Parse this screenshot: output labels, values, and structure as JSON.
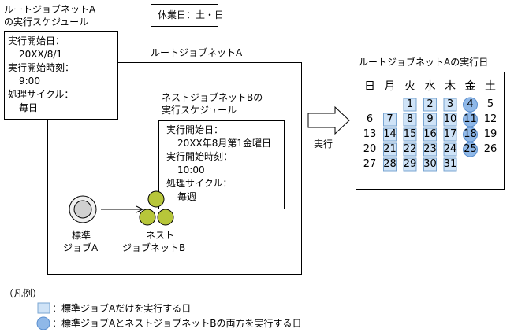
{
  "holiday_box": "休業日：土・日",
  "root_schedule_title": [
    "ルートジョブネットA",
    "の実行スケジュール"
  ],
  "root_schedule_lines": [
    "実行開始日：",
    "20XX/8/1",
    "実行開始時刻：",
    "9:00",
    "処理サイクル：",
    "毎日"
  ],
  "root_jobnet_label": "ルートジョブネットA",
  "nested_schedule_title": [
    "ネストジョブネットBの",
    "実行スケジュール"
  ],
  "nested_schedule_lines": [
    "実行開始日：",
    "20XX年8月第1金曜日",
    "実行開始時刻：",
    "10:00",
    "処理サイクル：",
    "毎週"
  ],
  "std_job_label": [
    "標準",
    "ジョブA"
  ],
  "nested_job_label": [
    "ネスト",
    "ジョブネットB"
  ],
  "arrow_label": "実行",
  "calendar": {
    "title": "ルートジョブネットAの実行日",
    "weekdays": [
      "日",
      "月",
      "火",
      "水",
      "木",
      "金",
      "土"
    ],
    "weeks": [
      [
        "",
        "",
        "1",
        "2",
        "3",
        "4",
        "5"
      ],
      [
        "6",
        "7",
        "8",
        "9",
        "10",
        "11",
        "12"
      ],
      [
        "13",
        "14",
        "15",
        "16",
        "17",
        "18",
        "19"
      ],
      [
        "20",
        "21",
        "22",
        "23",
        "24",
        "25",
        "26"
      ],
      [
        "27",
        "28",
        "29",
        "30",
        "31",
        "",
        ""
      ]
    ],
    "std_only_days": [
      1,
      2,
      3,
      7,
      8,
      9,
      10,
      14,
      15,
      16,
      17,
      21,
      22,
      23,
      24,
      28,
      29,
      30,
      31
    ],
    "both_days": [
      4,
      11,
      18,
      25
    ]
  },
  "legend": {
    "title": "（凡例）",
    "square_text": "：標準ジョブAだけを実行する日",
    "circle_text": "：標準ジョブAとネストジョブネットBの両方を実行する日"
  },
  "colors": {
    "square_fill": "#cfe3f7",
    "square_stroke": "#7aa6d2",
    "circle_fill": "#8fb8e8",
    "circle_stroke": "#5b8fcf",
    "nested_job_fill": "#b7c63a",
    "std_job_outer": "#f0f0f0",
    "std_job_inner": "#d0d0d0"
  }
}
